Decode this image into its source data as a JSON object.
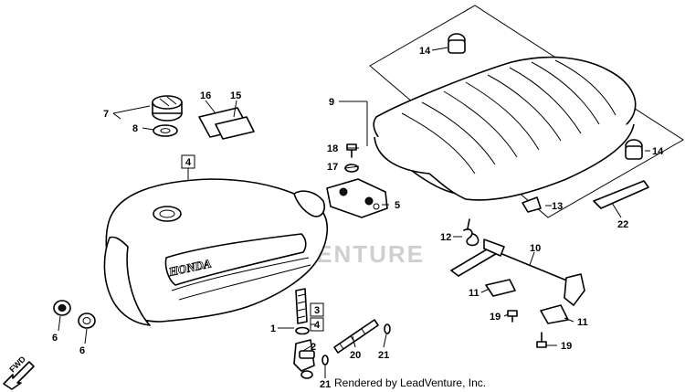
{
  "watermark": "LEADVENTURE",
  "credit": "Rendered by LeadVenture, Inc.",
  "tank_brand": "HONDA",
  "fwd_label": "FWD",
  "callouts": {
    "c1": "1",
    "c2": "2",
    "c3": "3",
    "c4_box": "4",
    "c4_tank": "4",
    "c5": "5",
    "c6a": "6",
    "c6b": "6",
    "c7": "7",
    "c8": "8",
    "c9": "9",
    "c10": "10",
    "c11a": "11",
    "c11b": "11",
    "c12": "12",
    "c13": "13",
    "c14a": "14",
    "c14b": "14",
    "c15": "15",
    "c16": "16",
    "c17": "17",
    "c18": "18",
    "c19a": "19",
    "c19b": "19",
    "c20": "20",
    "c21a": "21",
    "c21b": "21",
    "c22": "22"
  }
}
